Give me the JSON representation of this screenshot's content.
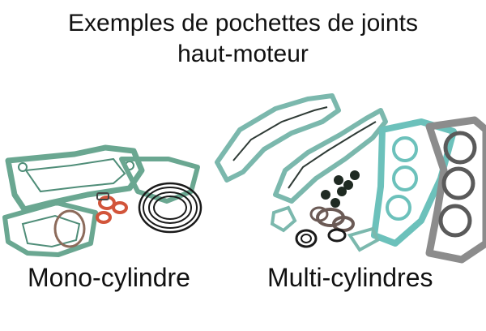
{
  "title": {
    "line1": "Exemples de pochettes de joints",
    "line2": "haut-moteur"
  },
  "captions": {
    "mono": "Mono-cylindre",
    "multi": "Multi-cylindres"
  },
  "illustrations": {
    "mono": "mono-cylinder-gasket-set-photo",
    "multi": "multi-cylinder-gasket-set-photo"
  },
  "colors": {
    "gasket_green": "#6aa791",
    "gasket_teal": "#6cc1bb",
    "metal_gray": "#8c8c8c",
    "seal_red": "#d2553b",
    "ring_black": "#1a1a1a"
  }
}
